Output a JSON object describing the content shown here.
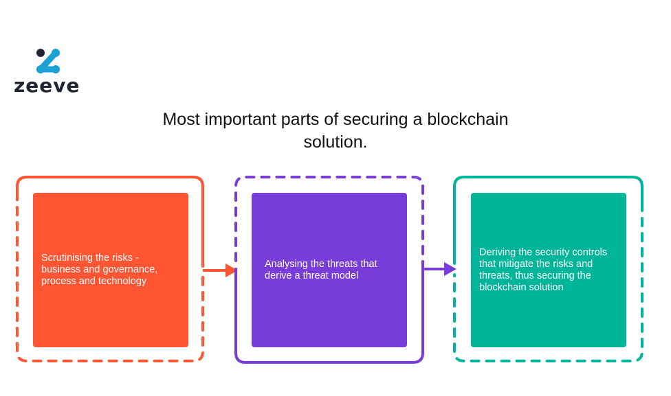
{
  "logo": {
    "text": "zeeve",
    "icon": "zeeve-logo-mark"
  },
  "title": "Most important parts of securing a blockchain solution.",
  "steps": [
    {
      "text": "Scrutinising the risks - business and governance, process and technology"
    },
    {
      "text": "Analysing the threats that derive a threat model"
    },
    {
      "text": "Deriving the security controls that mitigate the risks and threats, thus securing the blockchain solution"
    }
  ],
  "colors": {
    "step1": "#ff5533",
    "step2": "#783dd8",
    "step3": "#00b59a",
    "text_dark": "#111111",
    "logo_dark": "#1f2532",
    "logo_blue": "#1ba0d8"
  }
}
